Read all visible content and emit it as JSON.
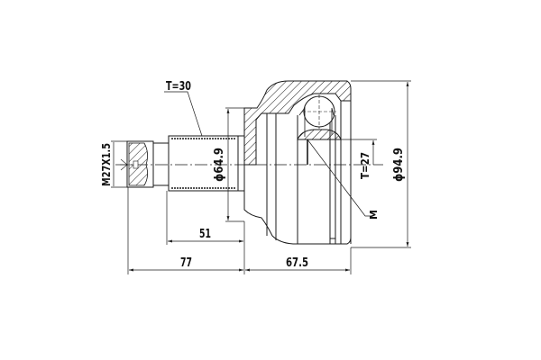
{
  "drawing": {
    "title": "CV joint outer - technical drawing",
    "line_color": "#1a1a1a",
    "background": "#ffffff",
    "labels": {
      "thread_spec": "M27X1.5",
      "spline_teeth": "T=30",
      "shaft_diameter": "ϕ64.9",
      "inner_teeth": "T=27",
      "outer_diameter": "ϕ94.9",
      "abs_marker": "M",
      "dim_spline_length": "51",
      "dim_shaft_length": "77",
      "dim_bell_length": "67.5"
    }
  }
}
